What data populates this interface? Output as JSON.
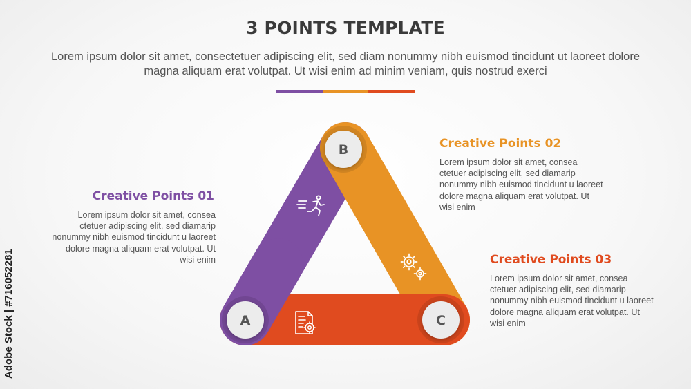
{
  "header": {
    "title": "3 POINTS TEMPLATE",
    "subtitle": "Lorem ipsum dolor sit amet, consectetuer adipiscing elit, sed diam nonummy nibh euismod tincidunt ut laoreet dolore magna aliquam erat volutpat. Ut wisi enim ad minim veniam, quis nostrud exerci"
  },
  "colors": {
    "purple": "#7e4fa3",
    "orange": "#e89325",
    "red": "#e04b1f"
  },
  "nodes": {
    "a": "A",
    "b": "B",
    "c": "C"
  },
  "icons": {
    "a_b": "running-person-icon",
    "b_c": "gears-icon",
    "c_a": "document-gear-icon"
  },
  "points": [
    {
      "title": "Creative Points 01",
      "body": "Lorem ipsum dolor sit amet, consea ctetuer adipiscing elit, sed diamarip nonummy nibh euismod tincidunt u laoreet dolore magna aliquam erat volutpat. Ut wisi enim"
    },
    {
      "title": "Creative Points 02",
      "body": "Lorem ipsum dolor sit amet, consea ctetuer adipiscing elit, sed diamarip nonummy nibh euismod tincidunt u laoreet dolore magna aliquam erat volutpat. Ut wisi enim"
    },
    {
      "title": "Creative Points 03",
      "body": "Lorem ipsum dolor sit amet, consea ctetuer adipiscing elit, sed diamarip nonummy nibh euismod tincidunt u laoreet dolore magna aliquam erat volutpat. Ut wisi enim"
    }
  ],
  "watermark": "Adobe Stock | #716052281"
}
